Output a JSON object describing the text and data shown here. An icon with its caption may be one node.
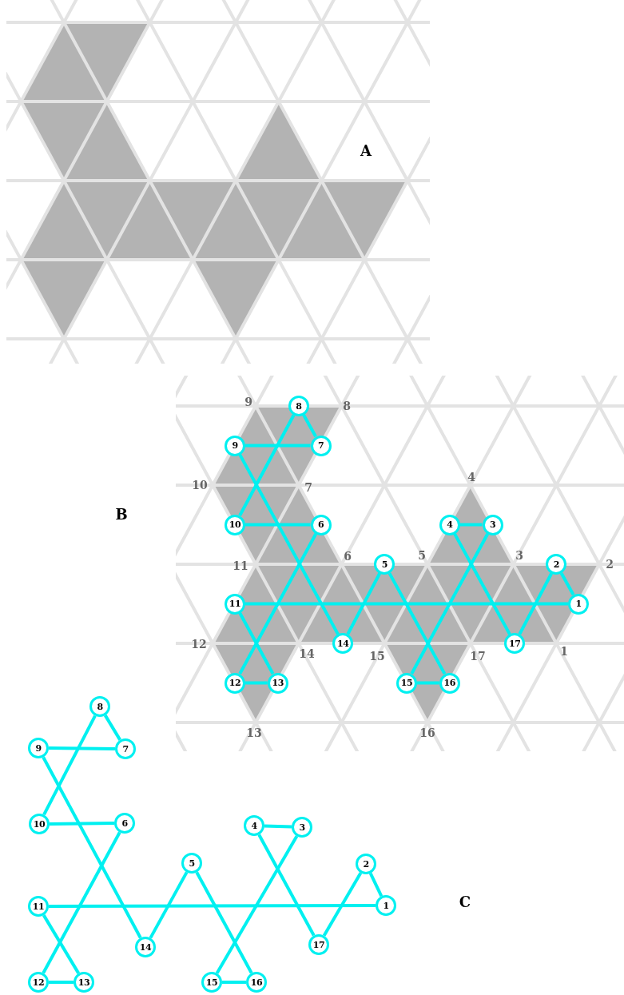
{
  "diagram": {
    "nodes": [
      {
        "text": [
          "1"
        ]
      },
      {
        "text": [
          "2"
        ]
      },
      {
        "text": [
          "3"
        ]
      },
      {
        "text": [
          "4"
        ]
      },
      {
        "text": [
          "5"
        ]
      },
      {
        "text": [
          "6"
        ]
      },
      {
        "text": [
          "7"
        ]
      },
      {
        "text": [
          "8"
        ]
      },
      {
        "text": [
          "9"
        ]
      },
      {
        "text": [
          "10"
        ]
      },
      {
        "text": [
          "11"
        ]
      },
      {
        "text": [
          "12"
        ]
      },
      {
        "text": [
          "13"
        ]
      },
      {
        "text": [
          "14"
        ]
      },
      {
        "text": [
          "15"
        ]
      },
      {
        "text": [
          "16"
        ]
      },
      {
        "text": [
          "17"
        ]
      },
      {
        "text": [
          "1"
        ]
      },
      {
        "text": [
          "2"
        ]
      },
      {
        "text": [
          "3"
        ]
      },
      {
        "text": [
          "4"
        ]
      },
      {
        "text": [
          "5"
        ]
      },
      {
        "text": [
          "6"
        ]
      },
      {
        "text": [
          "7"
        ]
      },
      {
        "text": [
          "8"
        ]
      },
      {
        "text": [
          "9"
        ]
      },
      {
        "text": [
          "10"
        ]
      },
      {
        "text": [
          "11"
        ]
      },
      {
        "text": [
          "12"
        ]
      },
      {
        "text": [
          "13"
        ]
      },
      {
        "text": [
          "14"
        ]
      },
      {
        "text": [
          "15"
        ]
      },
      {
        "text": [
          "16"
        ]
      },
      {
        "text": [
          "17"
        ]
      }
    ],
    "edges": [
      {
        "from": 0,
        "to": 1,
        "arrow": "none"
      },
      {
        "from": 1,
        "to": 16,
        "arrow": "none"
      },
      {
        "from": 16,
        "to": 3,
        "arrow": "none"
      },
      {
        "from": 3,
        "to": 2,
        "arrow": "none"
      },
      {
        "from": 2,
        "to": 14,
        "arrow": "none"
      },
      {
        "from": 14,
        "to": 15,
        "arrow": "none"
      },
      {
        "from": 15,
        "to": 4,
        "arrow": "none"
      },
      {
        "from": 4,
        "to": 13,
        "arrow": "none"
      },
      {
        "from": 13,
        "to": 8,
        "arrow": "none"
      },
      {
        "from": 8,
        "to": 6,
        "arrow": "none"
      },
      {
        "from": 6,
        "to": 7,
        "arrow": "none"
      },
      {
        "from": 7,
        "to": 9,
        "arrow": "none"
      },
      {
        "from": 9,
        "to": 5,
        "arrow": "none"
      },
      {
        "from": 5,
        "to": 11,
        "arrow": "none"
      },
      {
        "from": 11,
        "to": 12,
        "arrow": "none"
      },
      {
        "from": 12,
        "to": 10,
        "arrow": "none"
      },
      {
        "from": 10,
        "to": 0,
        "arrow": "none"
      },
      {
        "from": 17,
        "to": 18,
        "arrow": "none"
      },
      {
        "from": 18,
        "to": 33,
        "arrow": "none"
      },
      {
        "from": 33,
        "to": 20,
        "arrow": "none"
      },
      {
        "from": 20,
        "to": 19,
        "arrow": "none"
      },
      {
        "from": 19,
        "to": 31,
        "arrow": "none"
      },
      {
        "from": 31,
        "to": 32,
        "arrow": "none"
      },
      {
        "from": 32,
        "to": 21,
        "arrow": "none"
      },
      {
        "from": 21,
        "to": 30,
        "arrow": "none"
      },
      {
        "from": 30,
        "to": 25,
        "arrow": "none"
      },
      {
        "from": 25,
        "to": 23,
        "arrow": "none"
      },
      {
        "from": 23,
        "to": 24,
        "arrow": "none"
      },
      {
        "from": 24,
        "to": 26,
        "arrow": "none"
      },
      {
        "from": 26,
        "to": 22,
        "arrow": "none"
      },
      {
        "from": 22,
        "to": 28,
        "arrow": "none"
      },
      {
        "from": 28,
        "to": 29,
        "arrow": "none"
      },
      {
        "from": 29,
        "to": 27,
        "arrow": "none"
      },
      {
        "from": 27,
        "to": 17,
        "arrow": "none"
      }
    ],
    "labels": [
      "A",
      "B",
      "9",
      "8",
      "10",
      "7",
      "4",
      "11",
      "6",
      "5",
      "3",
      "2",
      "12",
      "14",
      "15",
      "17",
      "1",
      "13",
      "16",
      "C"
    ]
  }
}
